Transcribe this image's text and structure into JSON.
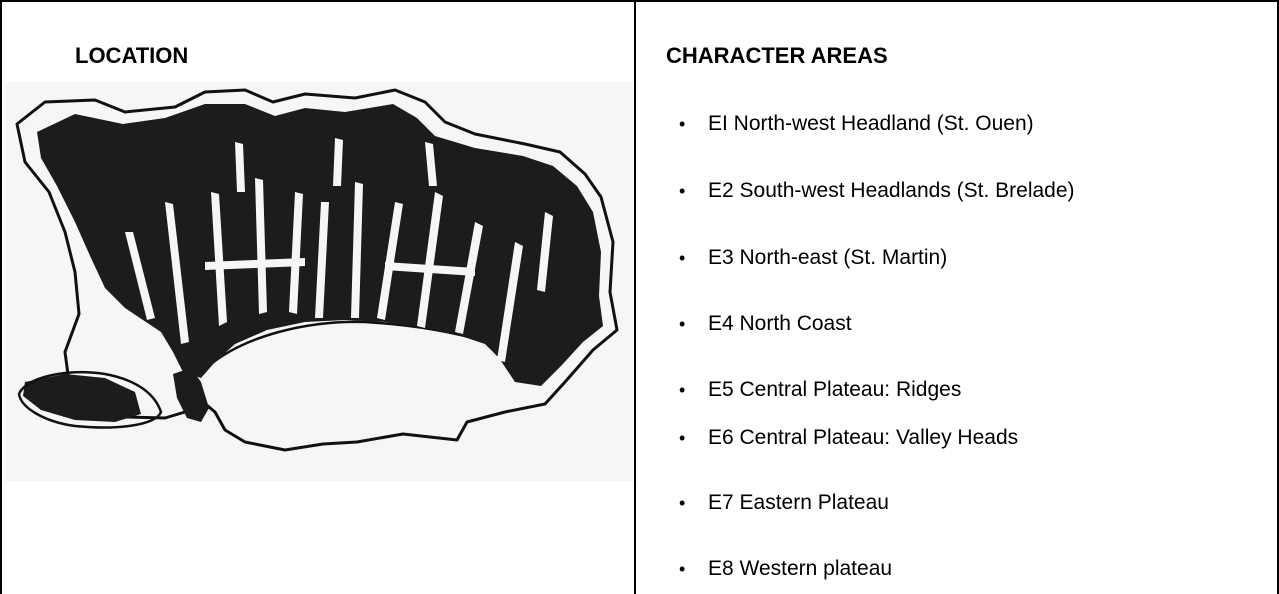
{
  "document": {
    "location_heading": "LOCATION",
    "character_areas_heading": "CHARACTER AREAS",
    "map": {
      "fill_color": "#1c1c1c",
      "outline_color": "#111111",
      "background_color": "#f6f6f4"
    },
    "character_areas": [
      {
        "label": "EI North-west Headland (St. Ouen)"
      },
      {
        "label": "E2 South-west Headlands (St. Brelade)"
      },
      {
        "label": "E3 North-east (St. Martin)"
      },
      {
        "label": "E4 North Coast"
      },
      {
        "label": "E5 Central Plateau: Ridges"
      },
      {
        "label": "E6 Central Plateau: Valley Heads"
      },
      {
        "label": "E7 Eastern Plateau"
      },
      {
        "label": "E8 Western plateau"
      }
    ]
  }
}
